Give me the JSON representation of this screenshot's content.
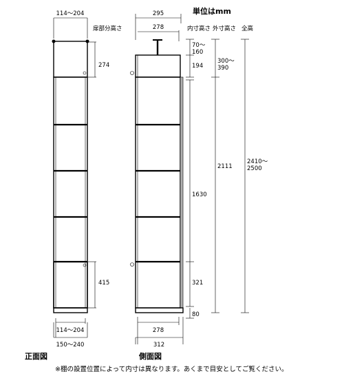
{
  "labels": {
    "unit": "単位はmm",
    "front_view": "正面図",
    "side_view": "側面図",
    "note": "※棚の設置位置によって内寸は異なります。あくまで目安としてご覧ください。",
    "door_height_header": "扉部分高さ",
    "inner_height_header": "内寸高さ",
    "outer_height_header": "外寸高さ",
    "total_height_header": "全高"
  },
  "dimensions": {
    "front_top_width": "114〜204",
    "front_upper_door": "274",
    "front_lower_door": "415",
    "front_inner_width": "114〜204",
    "front_outer_width": "150〜240",
    "side_top_width": "295",
    "side_inner_top_width": "278",
    "side_inner_bottom_width": "278",
    "side_outer_bottom_width": "312",
    "inner_top_a": "70〜\n160",
    "inner_top_b": "194",
    "inner_middle": "1630",
    "inner_lower": "321",
    "inner_bottom": "80",
    "outer_top": "300〜\n390",
    "outer_main": "2111",
    "total": "2410〜\n2500"
  }
}
